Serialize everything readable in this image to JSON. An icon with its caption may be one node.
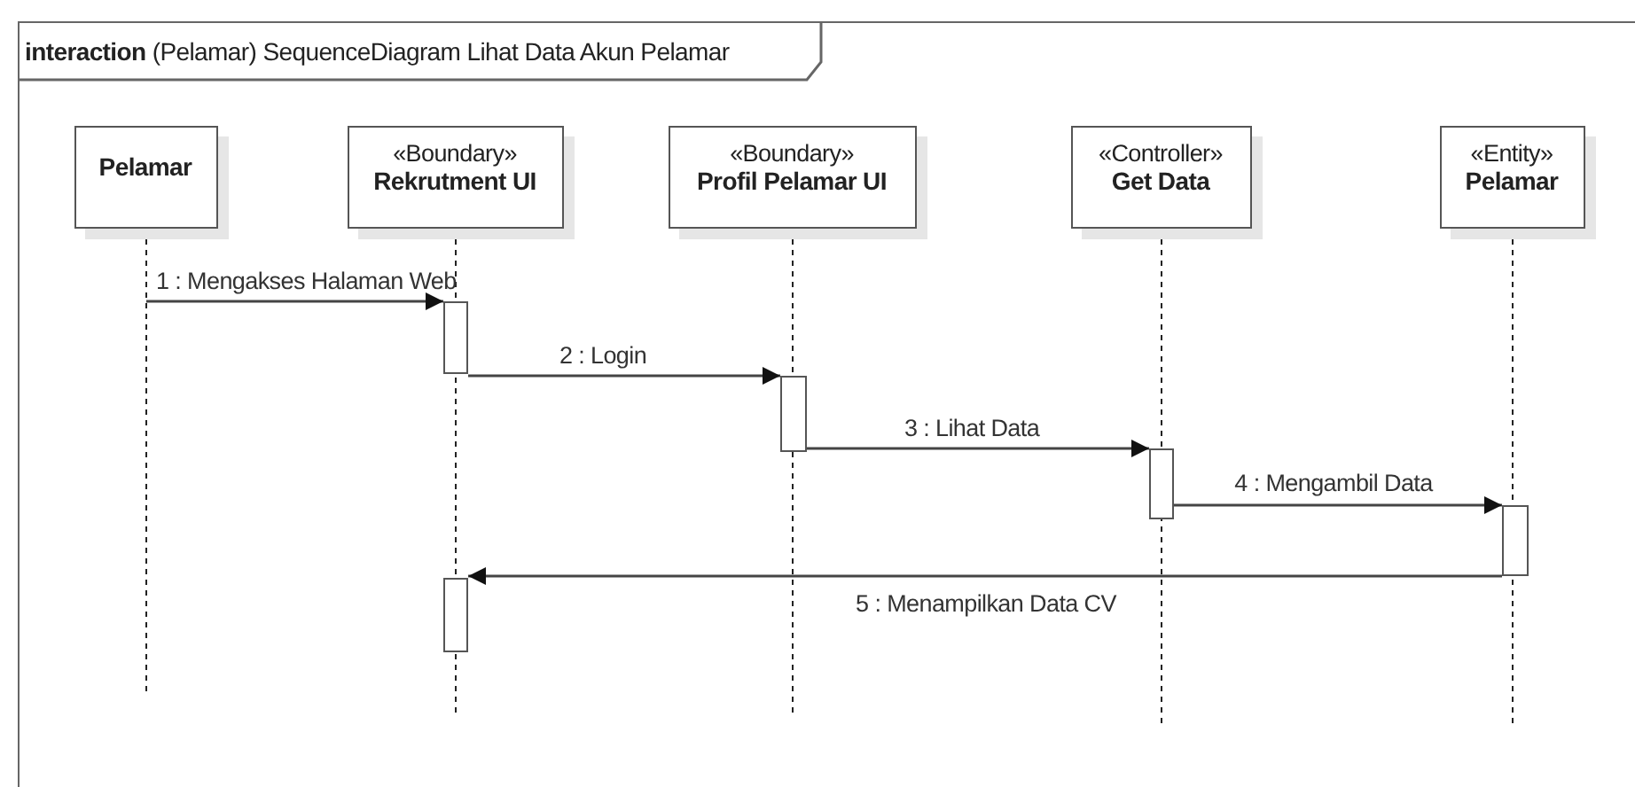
{
  "diagram": {
    "nodes": [
      {
        "text": [
          "**interaction** (Pelamar) SequenceDiagram Lihat Data Akun Pelamar"
        ]
      },
      {
        "text": [
          "Pelamar"
        ],
        "in": 0
      },
      {
        "text": [
          "«Boundary»",
          "Rekrutment UI"
        ],
        "in": 0
      },
      {
        "text": [
          "«Boundary»",
          "Profil Pelamar UI"
        ],
        "in": 0
      },
      {
        "text": [
          "«Controller»",
          "Get Data"
        ],
        "in": 0
      },
      {
        "text": [
          "«Entity»",
          "Pelamar"
        ],
        "in": 0
      },
      {
        "text": [],
        "shape": "bar",
        "in": 0
      },
      {
        "text": [],
        "shape": "bar",
        "in": 0
      },
      {
        "text": [],
        "shape": "bar",
        "in": 0
      },
      {
        "text": [],
        "shape": "bar",
        "in": 0
      },
      {
        "text": [],
        "shape": "bar",
        "in": 0
      }
    ],
    "edges": [
      {
        "from": 1,
        "to": 6,
        "arrow": "to",
        "label": "1 : Mengakses Halaman Web"
      },
      {
        "from": 6,
        "to": 7,
        "arrow": "to",
        "label": "2 : Login"
      },
      {
        "from": 7,
        "to": 8,
        "arrow": "to",
        "label": "3 : Lihat Data"
      },
      {
        "from": 8,
        "to": 9,
        "arrow": "to",
        "label": "4 : Mengambil Data"
      },
      {
        "from": 9,
        "to": 10,
        "arrow": "to",
        "label": "5 : Menampilkan Data CV"
      }
    ]
  }
}
